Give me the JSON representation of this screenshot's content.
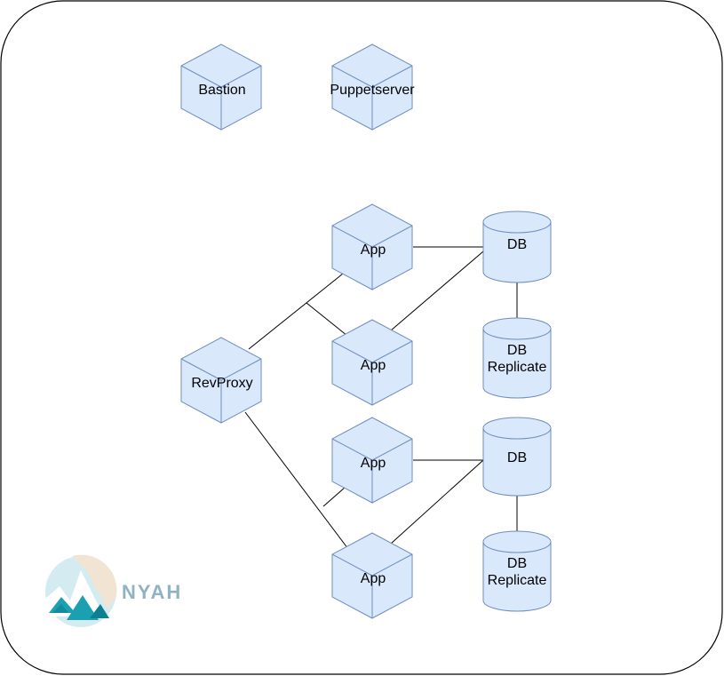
{
  "colors": {
    "node_fill": "#dae8fc",
    "node_stroke": "#6c8ebf",
    "edge": "#000000",
    "frame": "#000000",
    "logo_sky": "#d4ecf1",
    "logo_sun": "#f1e4d2",
    "logo_mountain": "#1aa0b0",
    "logo_mountain_dark": "#0d7f8f",
    "logo_text": "#8fb3c0"
  },
  "nodes": {
    "bastion": {
      "label": "Bastion",
      "shape": "cube-icon"
    },
    "puppetserver": {
      "label": "Puppetserver",
      "shape": "cube-icon"
    },
    "revproxy": {
      "label": "RevProxy",
      "shape": "cube-icon"
    },
    "app1": {
      "label": "App",
      "shape": "cube-icon"
    },
    "app2": {
      "label": "App",
      "shape": "cube-icon"
    },
    "app3": {
      "label": "App",
      "shape": "cube-icon"
    },
    "app4": {
      "label": "App",
      "shape": "cube-icon"
    },
    "db1": {
      "label": "DB",
      "shape": "cylinder-icon"
    },
    "db1_replica": {
      "label_line1": "DB",
      "label_line2": "Replicate",
      "shape": "cylinder-icon"
    },
    "db2": {
      "label": "DB",
      "shape": "cylinder-icon"
    },
    "db2_replica": {
      "label_line1": "DB",
      "label_line2": "Replicate",
      "shape": "cylinder-icon"
    }
  },
  "logo": {
    "text": "NYAH"
  }
}
